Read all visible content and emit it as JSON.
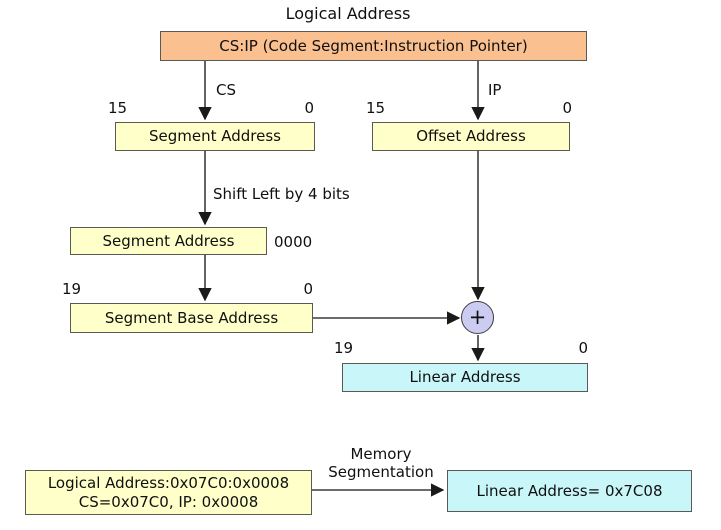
{
  "diagram": {
    "title": "Logical Address",
    "csip_box": "CS:IP (Code Segment:Instruction Pointer)",
    "cs_label": "CS",
    "ip_label": "IP",
    "segment_address": "Segment Address",
    "offset_address": "Offset Address",
    "shift_label": "Shift Left by 4 bits",
    "shifted_segment_address": "Segment Address",
    "appended_zeros": "0000",
    "segment_base_address": "Segment Base Address",
    "plus_sign": "+",
    "linear_address": "Linear Address"
  },
  "bits": {
    "b15": "15",
    "b19": "19",
    "b0": "0"
  },
  "example": {
    "logical_line1": "Logical Address:0x07C0:0x0008",
    "logical_line2": "CS=0x07C0, IP: 0x0008",
    "arrow_label_line1": "Memory",
    "arrow_label_line2": "Segmentation",
    "linear_result": "Linear Address= 0x7C08"
  },
  "colors": {
    "orange_fill": "#fac090",
    "yellow_fill": "#ffffc9",
    "cyan_fill": "#c9f7f9",
    "plus_fill": "#ccccf2",
    "border_color": "#5a5a52",
    "line_color": "#3c3c3c"
  }
}
